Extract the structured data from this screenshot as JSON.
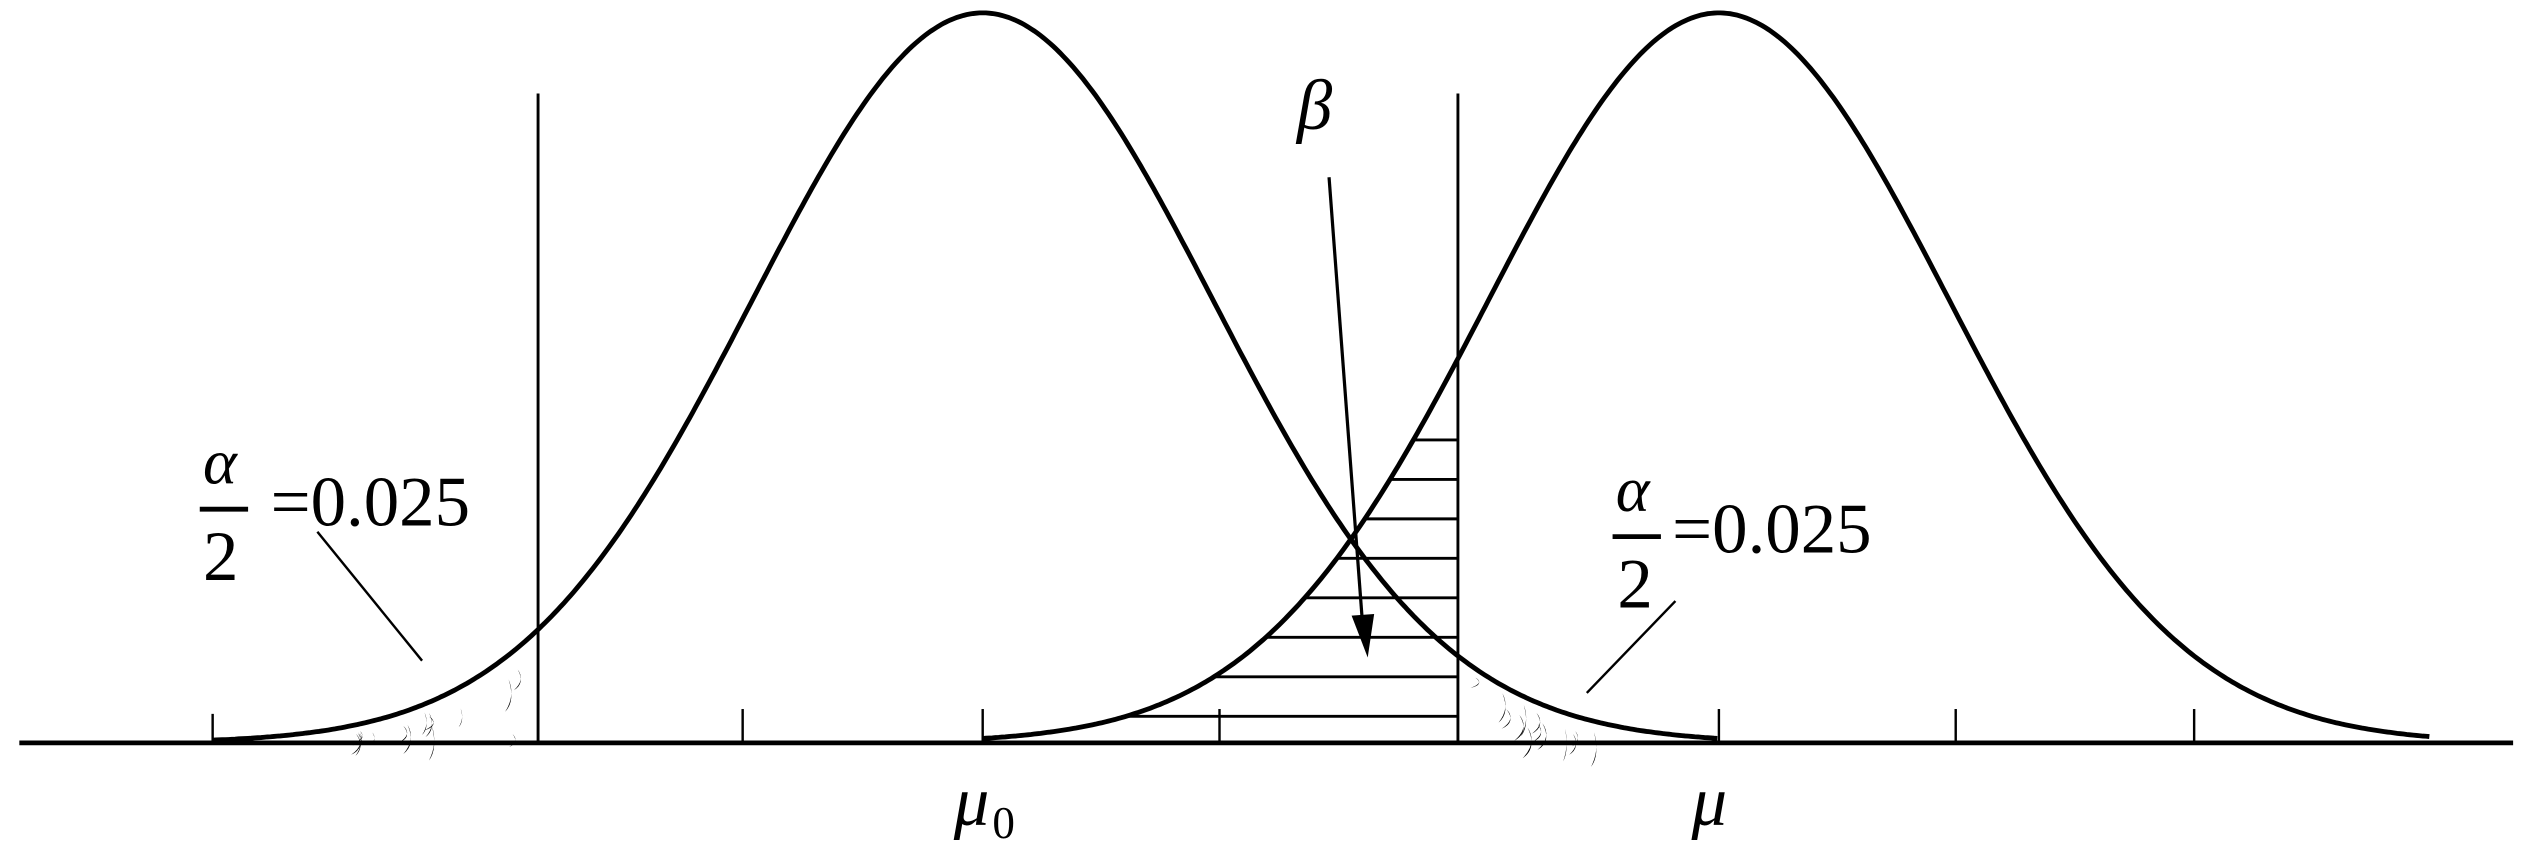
{
  "labels": {
    "beta": "β",
    "alpha": "α",
    "two": "2",
    "alpha_value_left": "=0.025",
    "alpha_value_right": "=0.025",
    "mu0": "μ",
    "mu0_sub": "0",
    "mu": "μ"
  },
  "colors": {
    "ink": "#000000",
    "background": "#ffffff"
  }
}
